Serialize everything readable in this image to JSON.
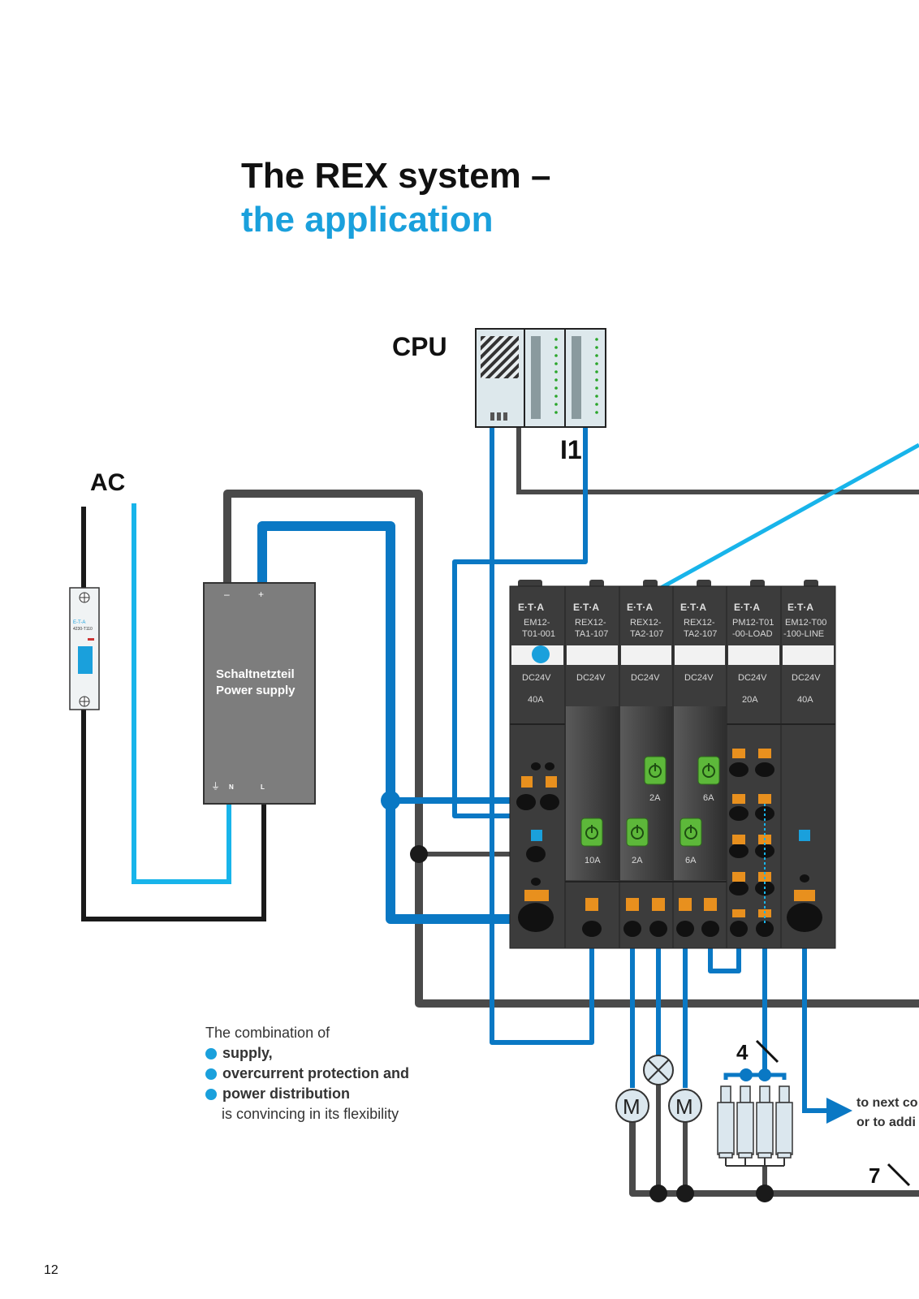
{
  "title": {
    "line1": "The REX system –",
    "line2": "the application"
  },
  "labels": {
    "cpu": "CPU",
    "i1": "I1",
    "ac": "AC",
    "four": "4",
    "seven": "7",
    "to_next_1": "to next co",
    "to_next_2": "or to addi"
  },
  "power_supply": {
    "minus": "–",
    "plus": "+",
    "line1": "Schaltnetzteil",
    "line2": "Power supply",
    "ground": "⏚",
    "n": "N",
    "l": "L"
  },
  "breaker": {
    "brand": "E-T-A",
    "model": "4230-T110"
  },
  "modules": [
    {
      "brand": "E·T·A",
      "name1": "EM12-",
      "name2": "T01-001",
      "voltage": "DC24V",
      "current": "40A"
    },
    {
      "brand": "E·T·A",
      "name1": "REX12-",
      "name2": "TA1-107",
      "voltage": "DC24V",
      "current": "10A"
    },
    {
      "brand": "E·T·A",
      "name1": "REX12-",
      "name2": "TA2-107",
      "voltage": "DC24V",
      "current_top": "2A",
      "current_bot": "2A"
    },
    {
      "brand": "E·T·A",
      "name1": "REX12-",
      "name2": "TA2-107",
      "voltage": "DC24V",
      "current_top": "6A",
      "current_bot": "6A"
    },
    {
      "brand": "E·T·A",
      "name1": "PM12-T01",
      "name2": "-00-LOAD",
      "voltage": "DC24V",
      "current": "20A"
    },
    {
      "brand": "E·T·A",
      "name1": "EM12-T00",
      "name2": "-100-LINE",
      "voltage": "DC24V",
      "current": "40A"
    }
  ],
  "motors": [
    "M",
    "M"
  ],
  "description": {
    "intro": "The combination of",
    "bullets": [
      "supply,",
      "overcurrent protection and",
      "power distribution"
    ],
    "outro": "is convincing in its flexibility"
  },
  "page_number": "12",
  "colors": {
    "blue_wire": "#0a78c4",
    "light_blue_wire": "#18b4ea",
    "dark_wire": "#4a4a4a",
    "black_wire": "#1a1a1a",
    "module_body": "#3c3c3c",
    "accent_blue": "#1aa0dc"
  }
}
